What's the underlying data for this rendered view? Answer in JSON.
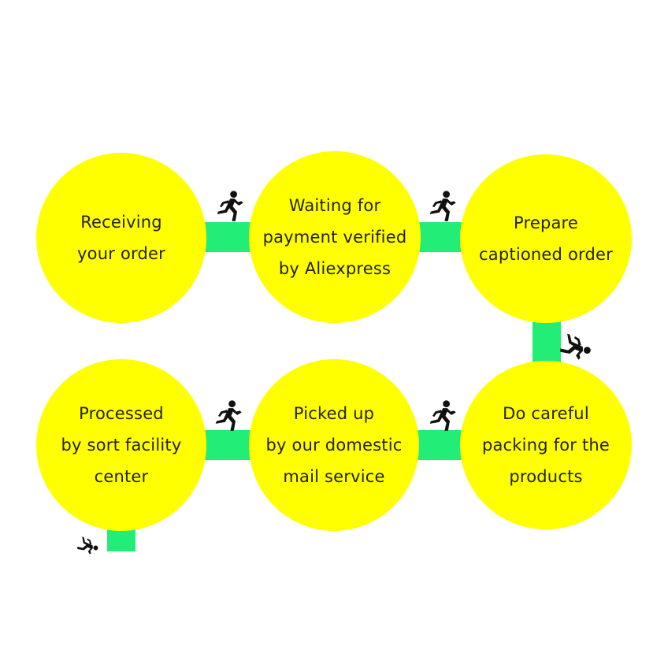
{
  "colors": {
    "circle_fill": "#ffff00",
    "connector_fill": "#22ee77",
    "text": "#222222",
    "runner": "#111111",
    "background": "#ffffff"
  },
  "steps": [
    {
      "label": "Receiving\nyour order"
    },
    {
      "label": "Waiting for\npayment verified\nby Aliexpress"
    },
    {
      "label": "Prepare\ncaptioned order"
    },
    {
      "label": "Do careful\npacking for the\nproducts"
    },
    {
      "label": "Picked up\nby our domestic\nmail service"
    },
    {
      "label": "Processed\nby sort facility\ncenter"
    }
  ],
  "runner_icon": "running-person-icon",
  "flow": "left-to-right top row, down on right, right-to-left bottom row, down on left"
}
